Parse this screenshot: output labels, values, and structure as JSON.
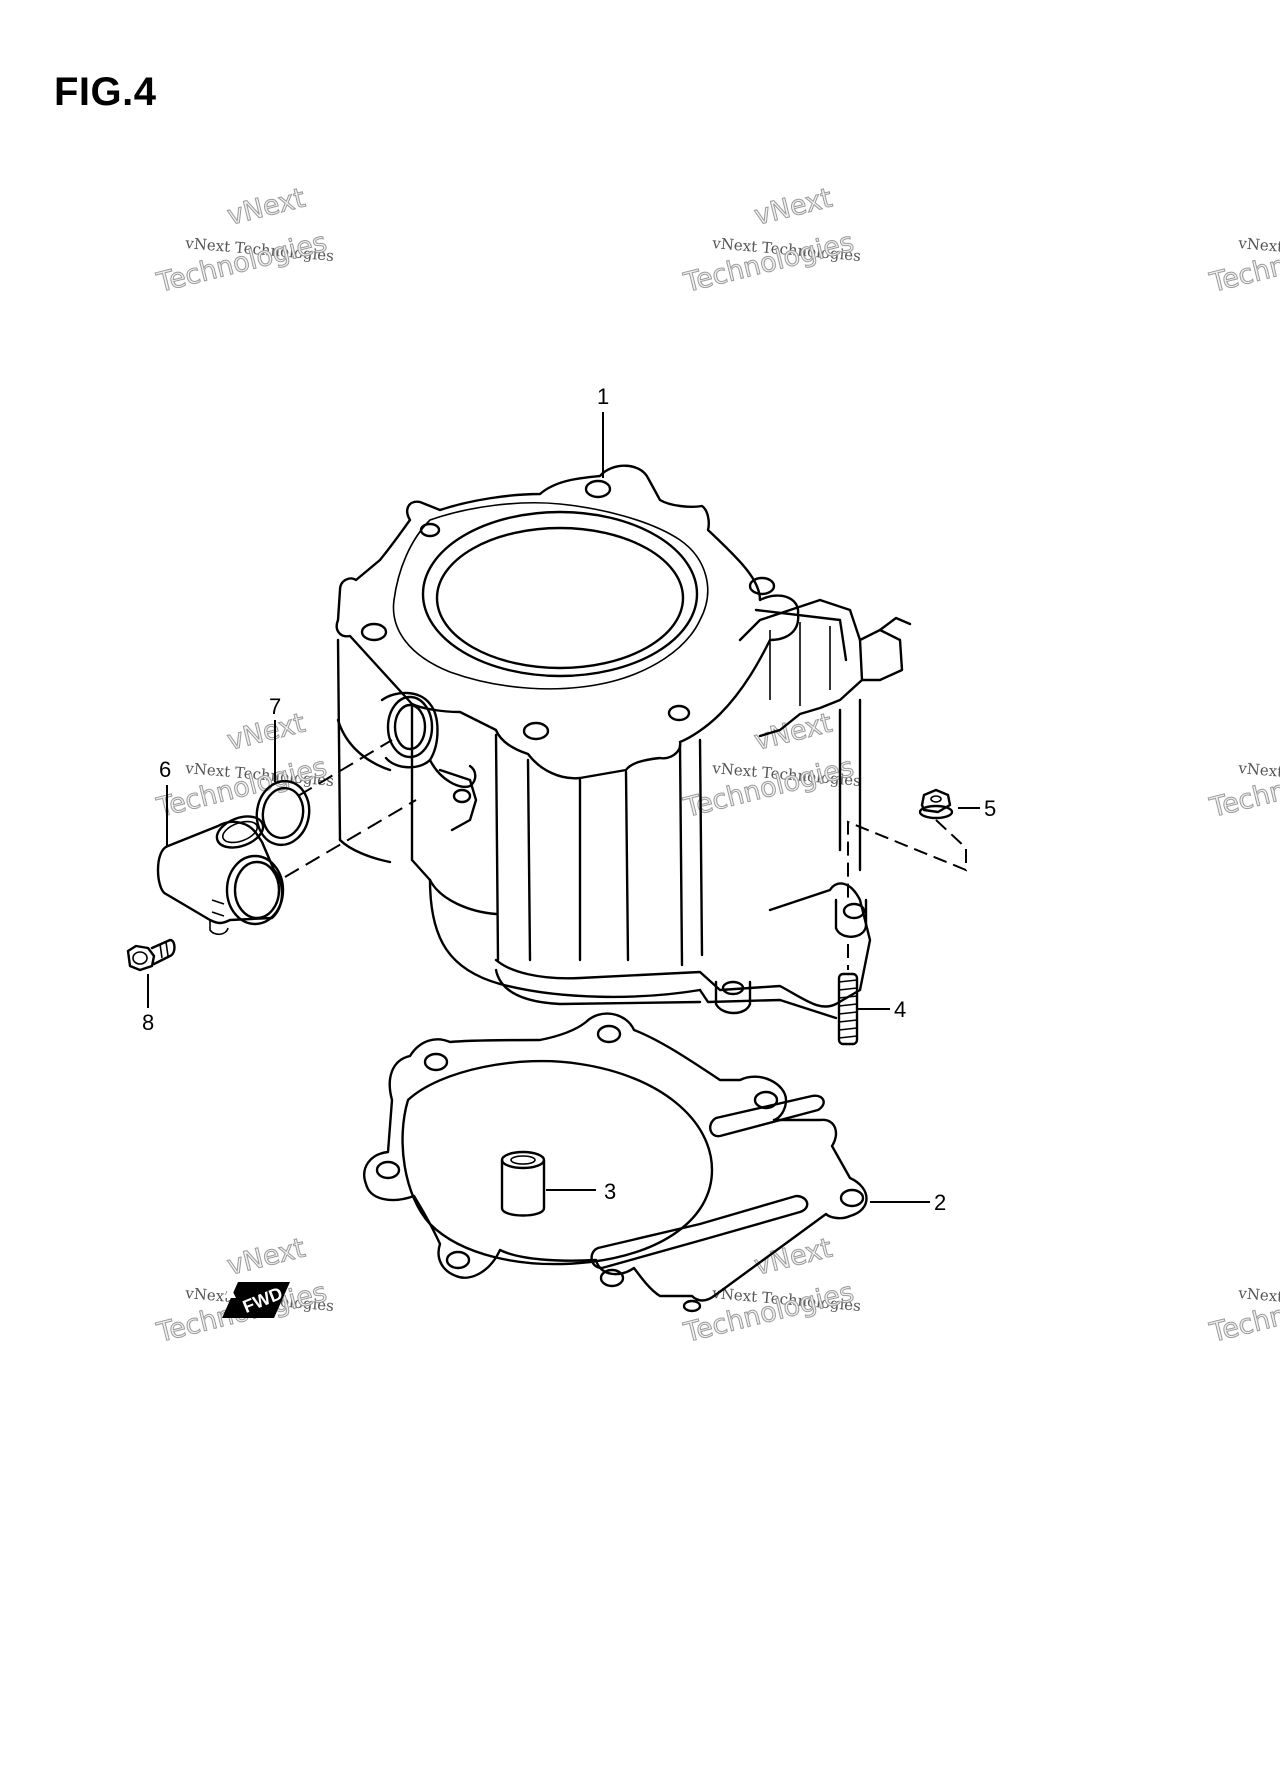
{
  "figure": {
    "title": "FIG.4"
  },
  "callouts": [
    {
      "id": "1",
      "label": "1"
    },
    {
      "id": "2",
      "label": "2"
    },
    {
      "id": "3",
      "label": "3"
    },
    {
      "id": "4",
      "label": "4"
    },
    {
      "id": "5",
      "label": "5"
    },
    {
      "id": "6",
      "label": "6"
    },
    {
      "id": "7",
      "label": "7"
    },
    {
      "id": "8",
      "label": "8"
    }
  ],
  "direction_mark": {
    "label": "FWD"
  },
  "watermark": {
    "line_small": "vNext Technologies",
    "line_top": "vNext",
    "line_big": "Technologies"
  }
}
